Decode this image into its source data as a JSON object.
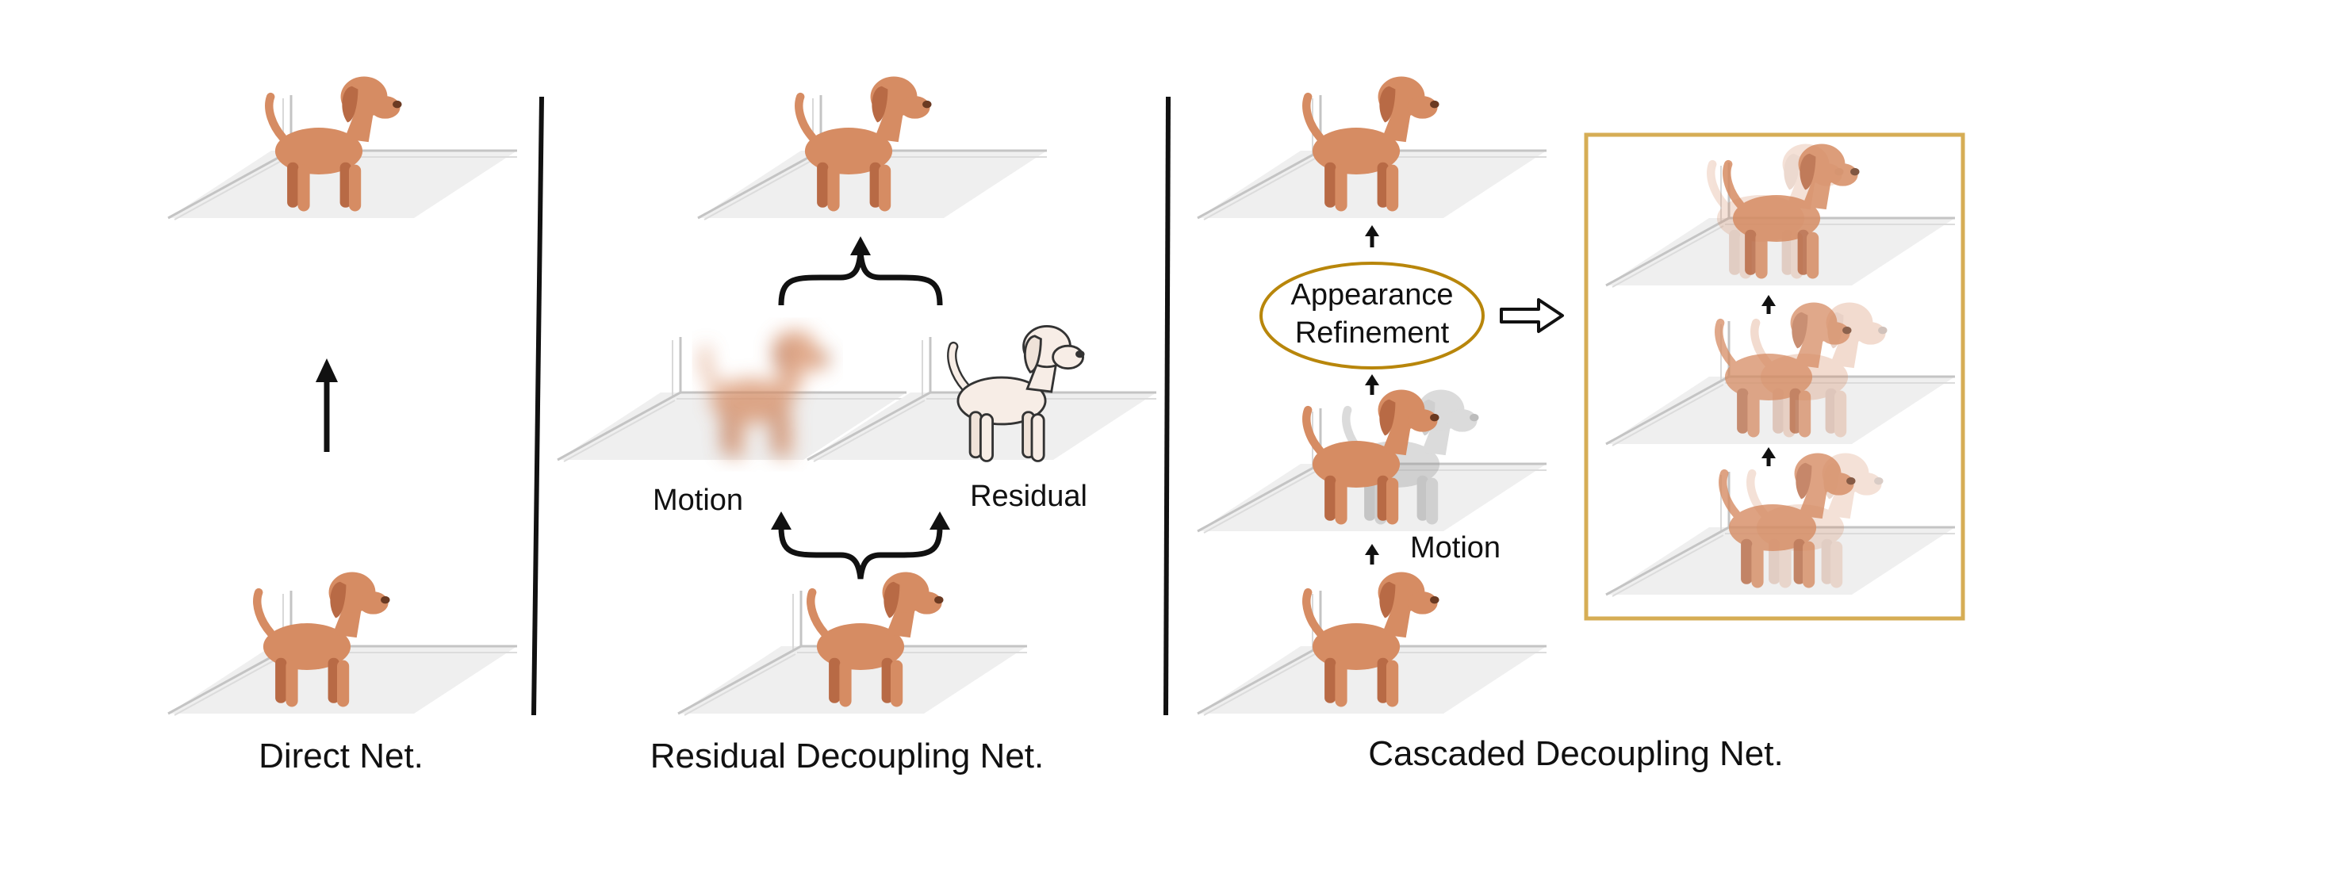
{
  "labels": {
    "direct": "Direct Net.",
    "residual_net": "Residual Decoupling Net.",
    "cascaded_net": "Cascaded Decoupling Net.",
    "motion_left": "Motion",
    "residual": "Residual",
    "motion_right": "Motion",
    "appearance_line1": "Appearance",
    "appearance_line2": "Refinement"
  },
  "colors": {
    "dog_body": "#d68c63",
    "dog_shade": "#b86a45",
    "floor": "#efefef",
    "wall_line": "#c4c4c4",
    "highlight_gold": "#d6ad55",
    "ellipse_gold": "#b8860b",
    "residual_dog_fill": "#f7ede6",
    "ghost_dog": "#8a8a8a"
  },
  "icons": [
    "dog-model-icon",
    "arrow-up-icon",
    "brace-icon",
    "hollow-arrow-right-icon"
  ]
}
